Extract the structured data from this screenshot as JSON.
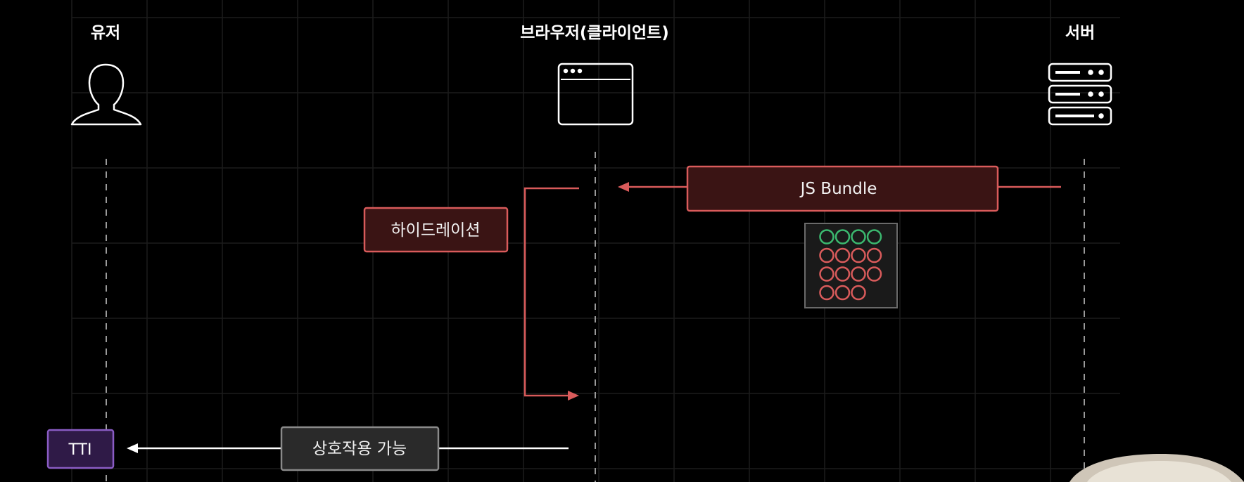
{
  "actors": {
    "user": {
      "label": "유저",
      "icon": "user-icon"
    },
    "browser": {
      "label": "브라우저(클라이언트)",
      "icon": "browser-window-icon"
    },
    "server": {
      "label": "서버",
      "icon": "server-rack-icon"
    }
  },
  "messages": {
    "js_bundle": {
      "label": "JS Bundle",
      "direction": "server-to-browser"
    },
    "hydration": {
      "label": "하이드레이션",
      "direction": "browser-self"
    },
    "interactive": {
      "label": "상호작용 가능",
      "direction": "browser-to-user"
    }
  },
  "milestone": {
    "label": "TTI"
  },
  "bundle_chart": {
    "icon": "component-dots-icon",
    "rows": [
      [
        "green",
        "green",
        "green",
        "green"
      ],
      [
        "red",
        "red",
        "red",
        "red"
      ],
      [
        "red",
        "red",
        "red",
        "red"
      ],
      [
        "red",
        "red",
        "red"
      ]
    ]
  },
  "colors": {
    "background": "#000000",
    "grid": "#1c1c1c",
    "accent_red": "#d95b5b",
    "red_box_fill": "#3a1414",
    "green": "#3bb86f",
    "gray_box_fill": "#2a2a2a",
    "gray_box_stroke": "#8a8a8a",
    "purple_fill": "#2f1a47",
    "purple_stroke": "#8a5cc4"
  }
}
